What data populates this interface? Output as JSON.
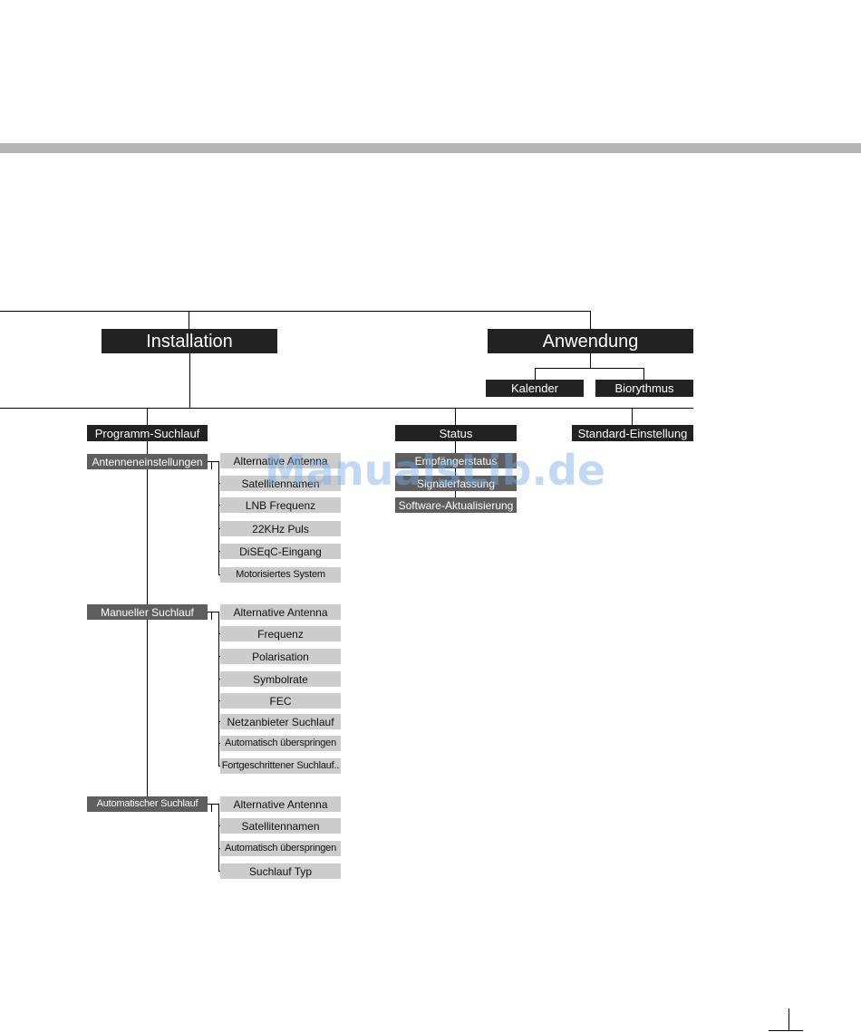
{
  "top": {
    "installation": "Installation",
    "anwendung": "Anwendung",
    "kalender": "Kalender",
    "biorythmus": "Biorythmus"
  },
  "level2": {
    "programm": "Programm-Suchlauf",
    "status": "Status",
    "standard": "Standard-Einstellung"
  },
  "antennen": {
    "label": "Antenneneinstellungen",
    "items": [
      "Alternative Antenna",
      "Satellitennamen",
      "LNB Frequenz",
      "22KHz Puls",
      "DiSEqC-Eingang",
      "Motorisiertes System"
    ]
  },
  "manuell": {
    "label": "Manueller Suchlauf",
    "items": [
      "Alternative Antenna",
      "Frequenz",
      "Polarisation",
      "Symbolrate",
      "FEC",
      "Netzanbieter Suchlauf",
      "Automatisch überspringen",
      "Fortgeschrittener Suchlauf.."
    ]
  },
  "automatisch": {
    "label": "Automatischer Suchlauf",
    "items": [
      "Alternative Antenna",
      "Satellitennamen",
      "Automatisch überspringen",
      "Suchlauf Typ"
    ]
  },
  "status_items": [
    "Empfängerstatus",
    "Signalerfassung",
    "Software-Aktualisierung"
  ],
  "watermark": "ManualsLib.de"
}
